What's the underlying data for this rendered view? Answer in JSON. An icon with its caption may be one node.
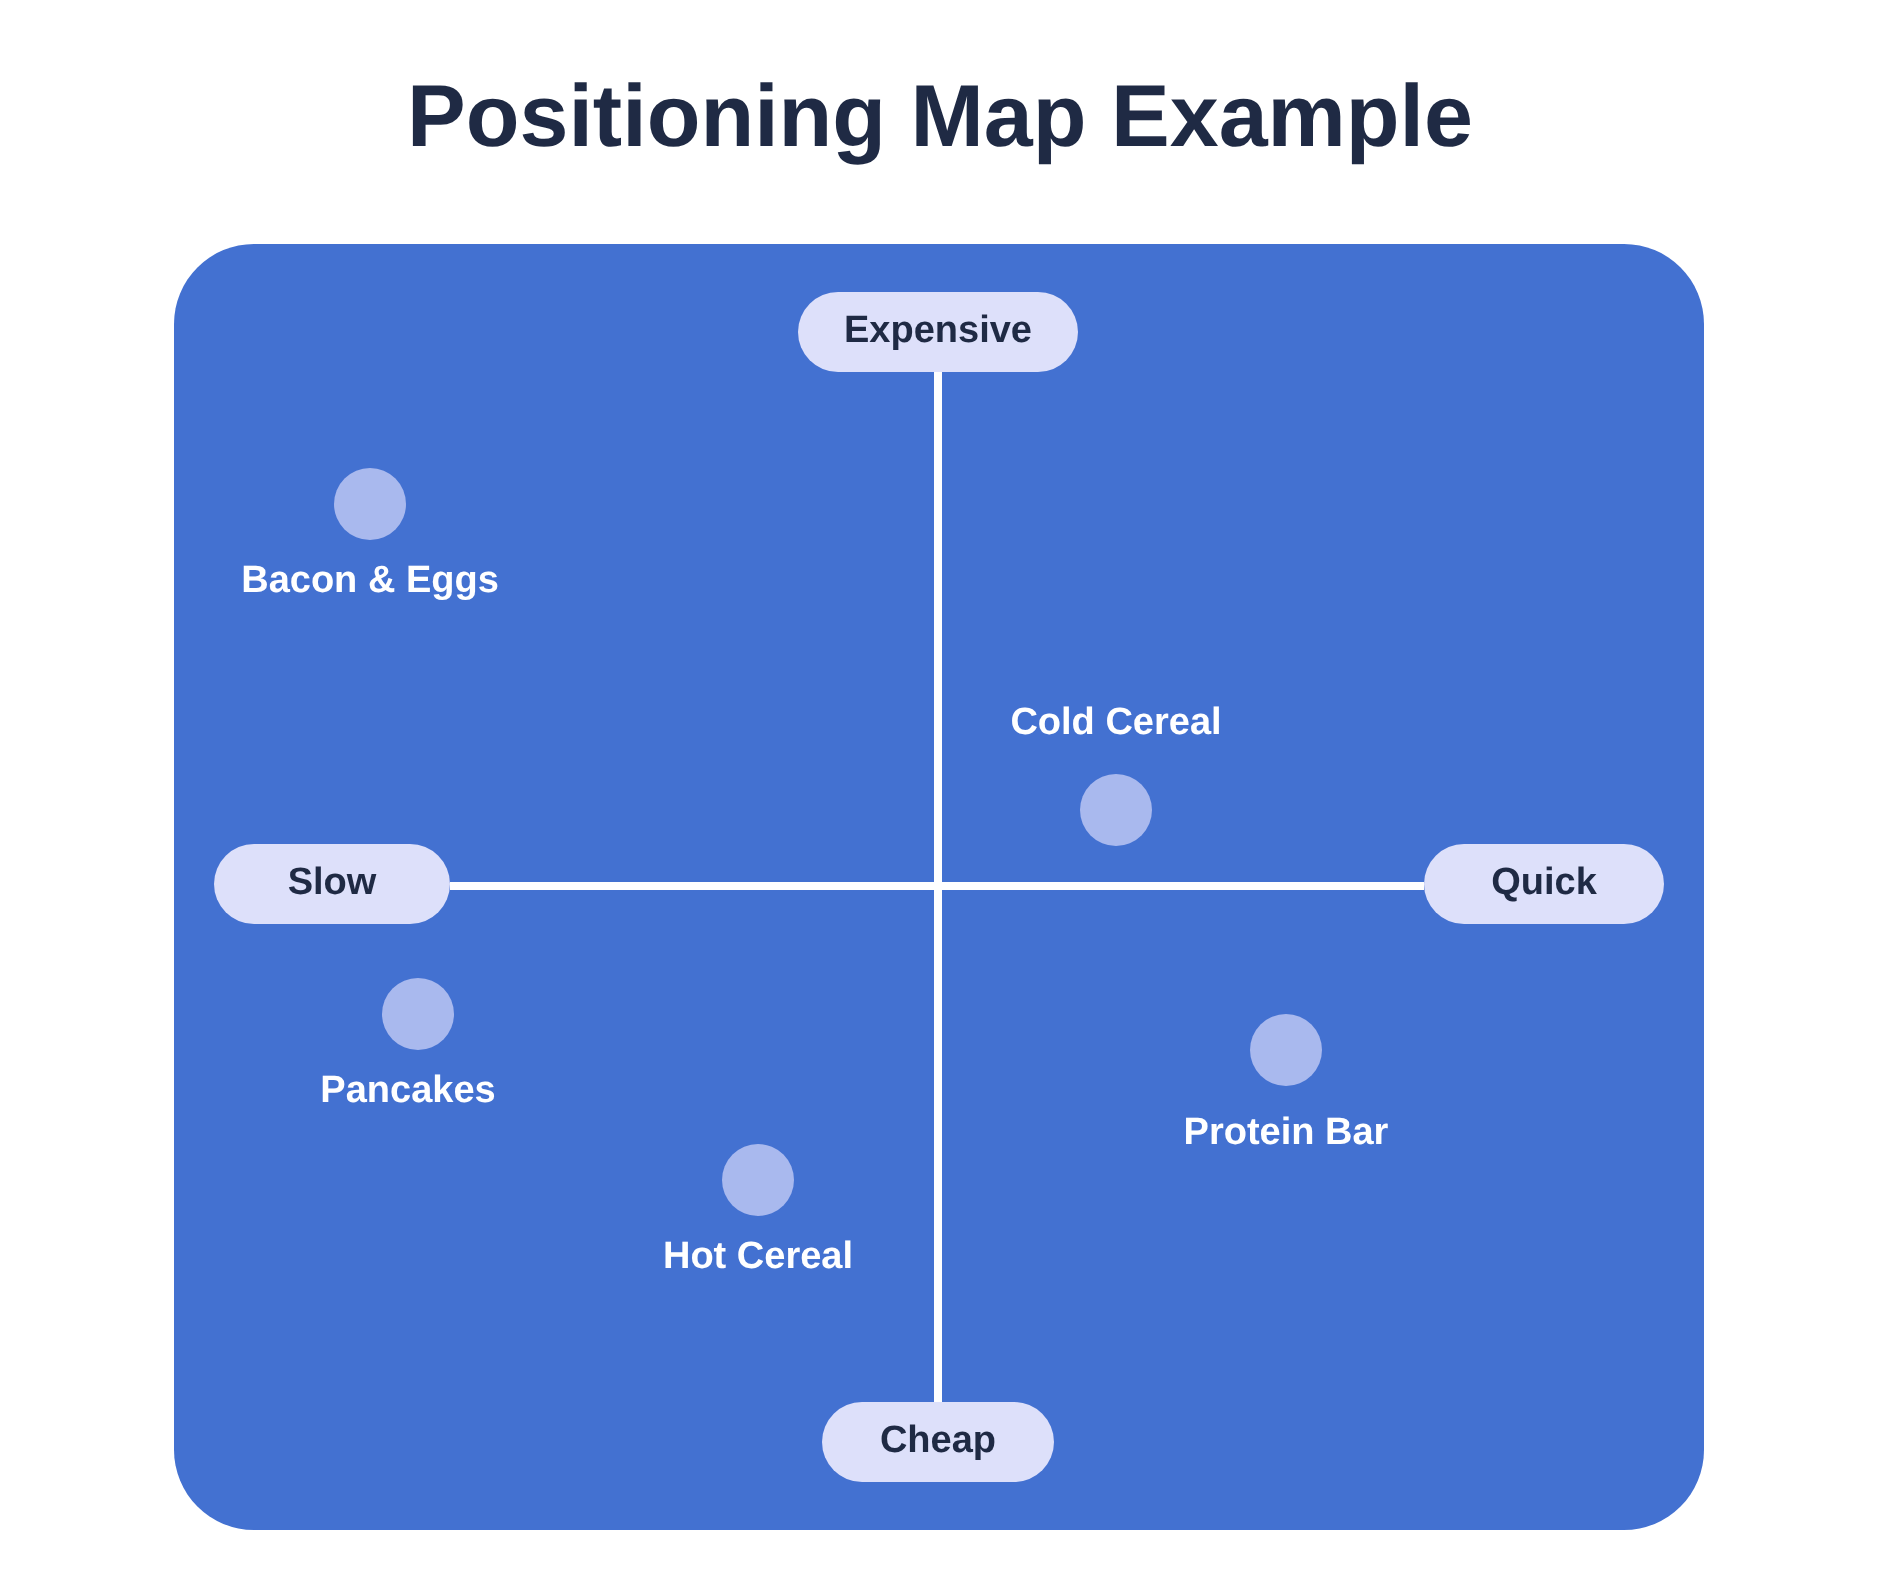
{
  "diagram": {
    "title": "Positioning Map Example",
    "nodes": [
      {
        "text": [
          "Expensive"
        ]
      },
      {
        "text": [
          "Slow"
        ]
      },
      {
        "text": [
          "Quick"
        ]
      },
      {
        "text": [
          "Cheap"
        ]
      },
      {
        "text": [],
        "shape": "circle",
        "beside": [
          "Bacon & Eggs"
        ]
      },
      {
        "text": [],
        "shape": "circle",
        "beside": [
          "Cold Cereal"
        ]
      },
      {
        "text": [],
        "shape": "circle",
        "beside": [
          "Pancakes"
        ]
      },
      {
        "text": [],
        "shape": "circle",
        "beside": [
          "Hot Cereal"
        ]
      },
      {
        "text": [],
        "shape": "circle",
        "beside": [
          "Protein Bar"
        ]
      }
    ],
    "edges": []
  }
}
